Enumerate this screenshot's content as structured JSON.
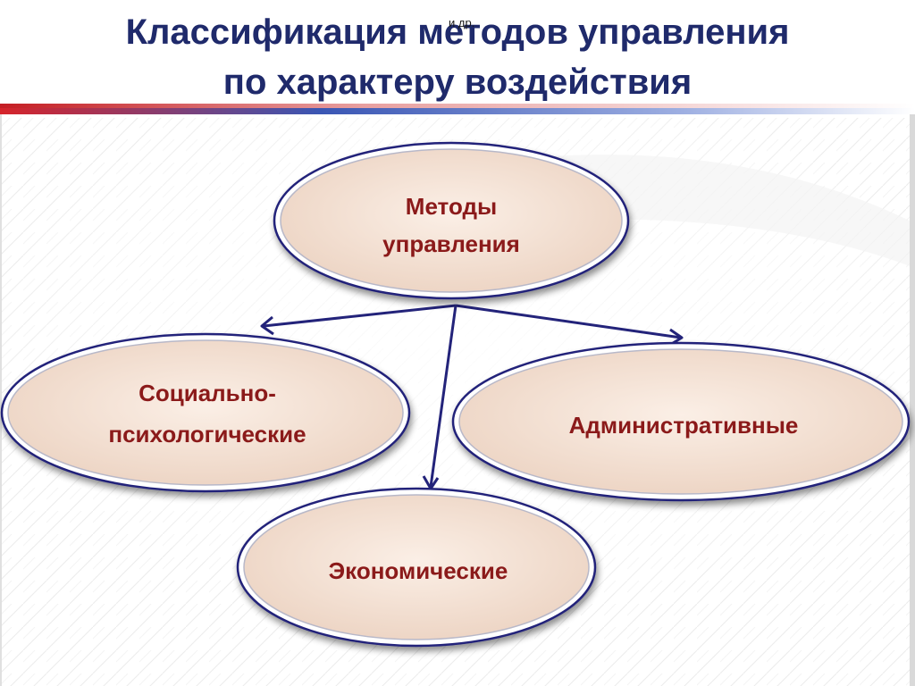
{
  "slide": {
    "title_lines": [
      "Классификация методов управления",
      "по характеру воздействия"
    ],
    "overlay_note": "и др."
  },
  "diagram": {
    "root": {
      "label_lines": [
        "Методы",
        "управления"
      ]
    },
    "children": [
      {
        "id": "social",
        "label_lines": [
          "Социально-",
          "психологические"
        ]
      },
      {
        "id": "admin",
        "label_lines": [
          "Административные"
        ]
      },
      {
        "id": "econ",
        "label_lines": [
          "Экономические"
        ]
      }
    ]
  },
  "colors": {
    "title": "#1f2a6b",
    "node_text": "#8b1a1a",
    "node_fill": "#f5e4d8",
    "node_stroke": "#23237a",
    "arrow": "#23237a",
    "stripe_red": "#d6242a",
    "stripe_blue": "#2b4aa8"
  }
}
